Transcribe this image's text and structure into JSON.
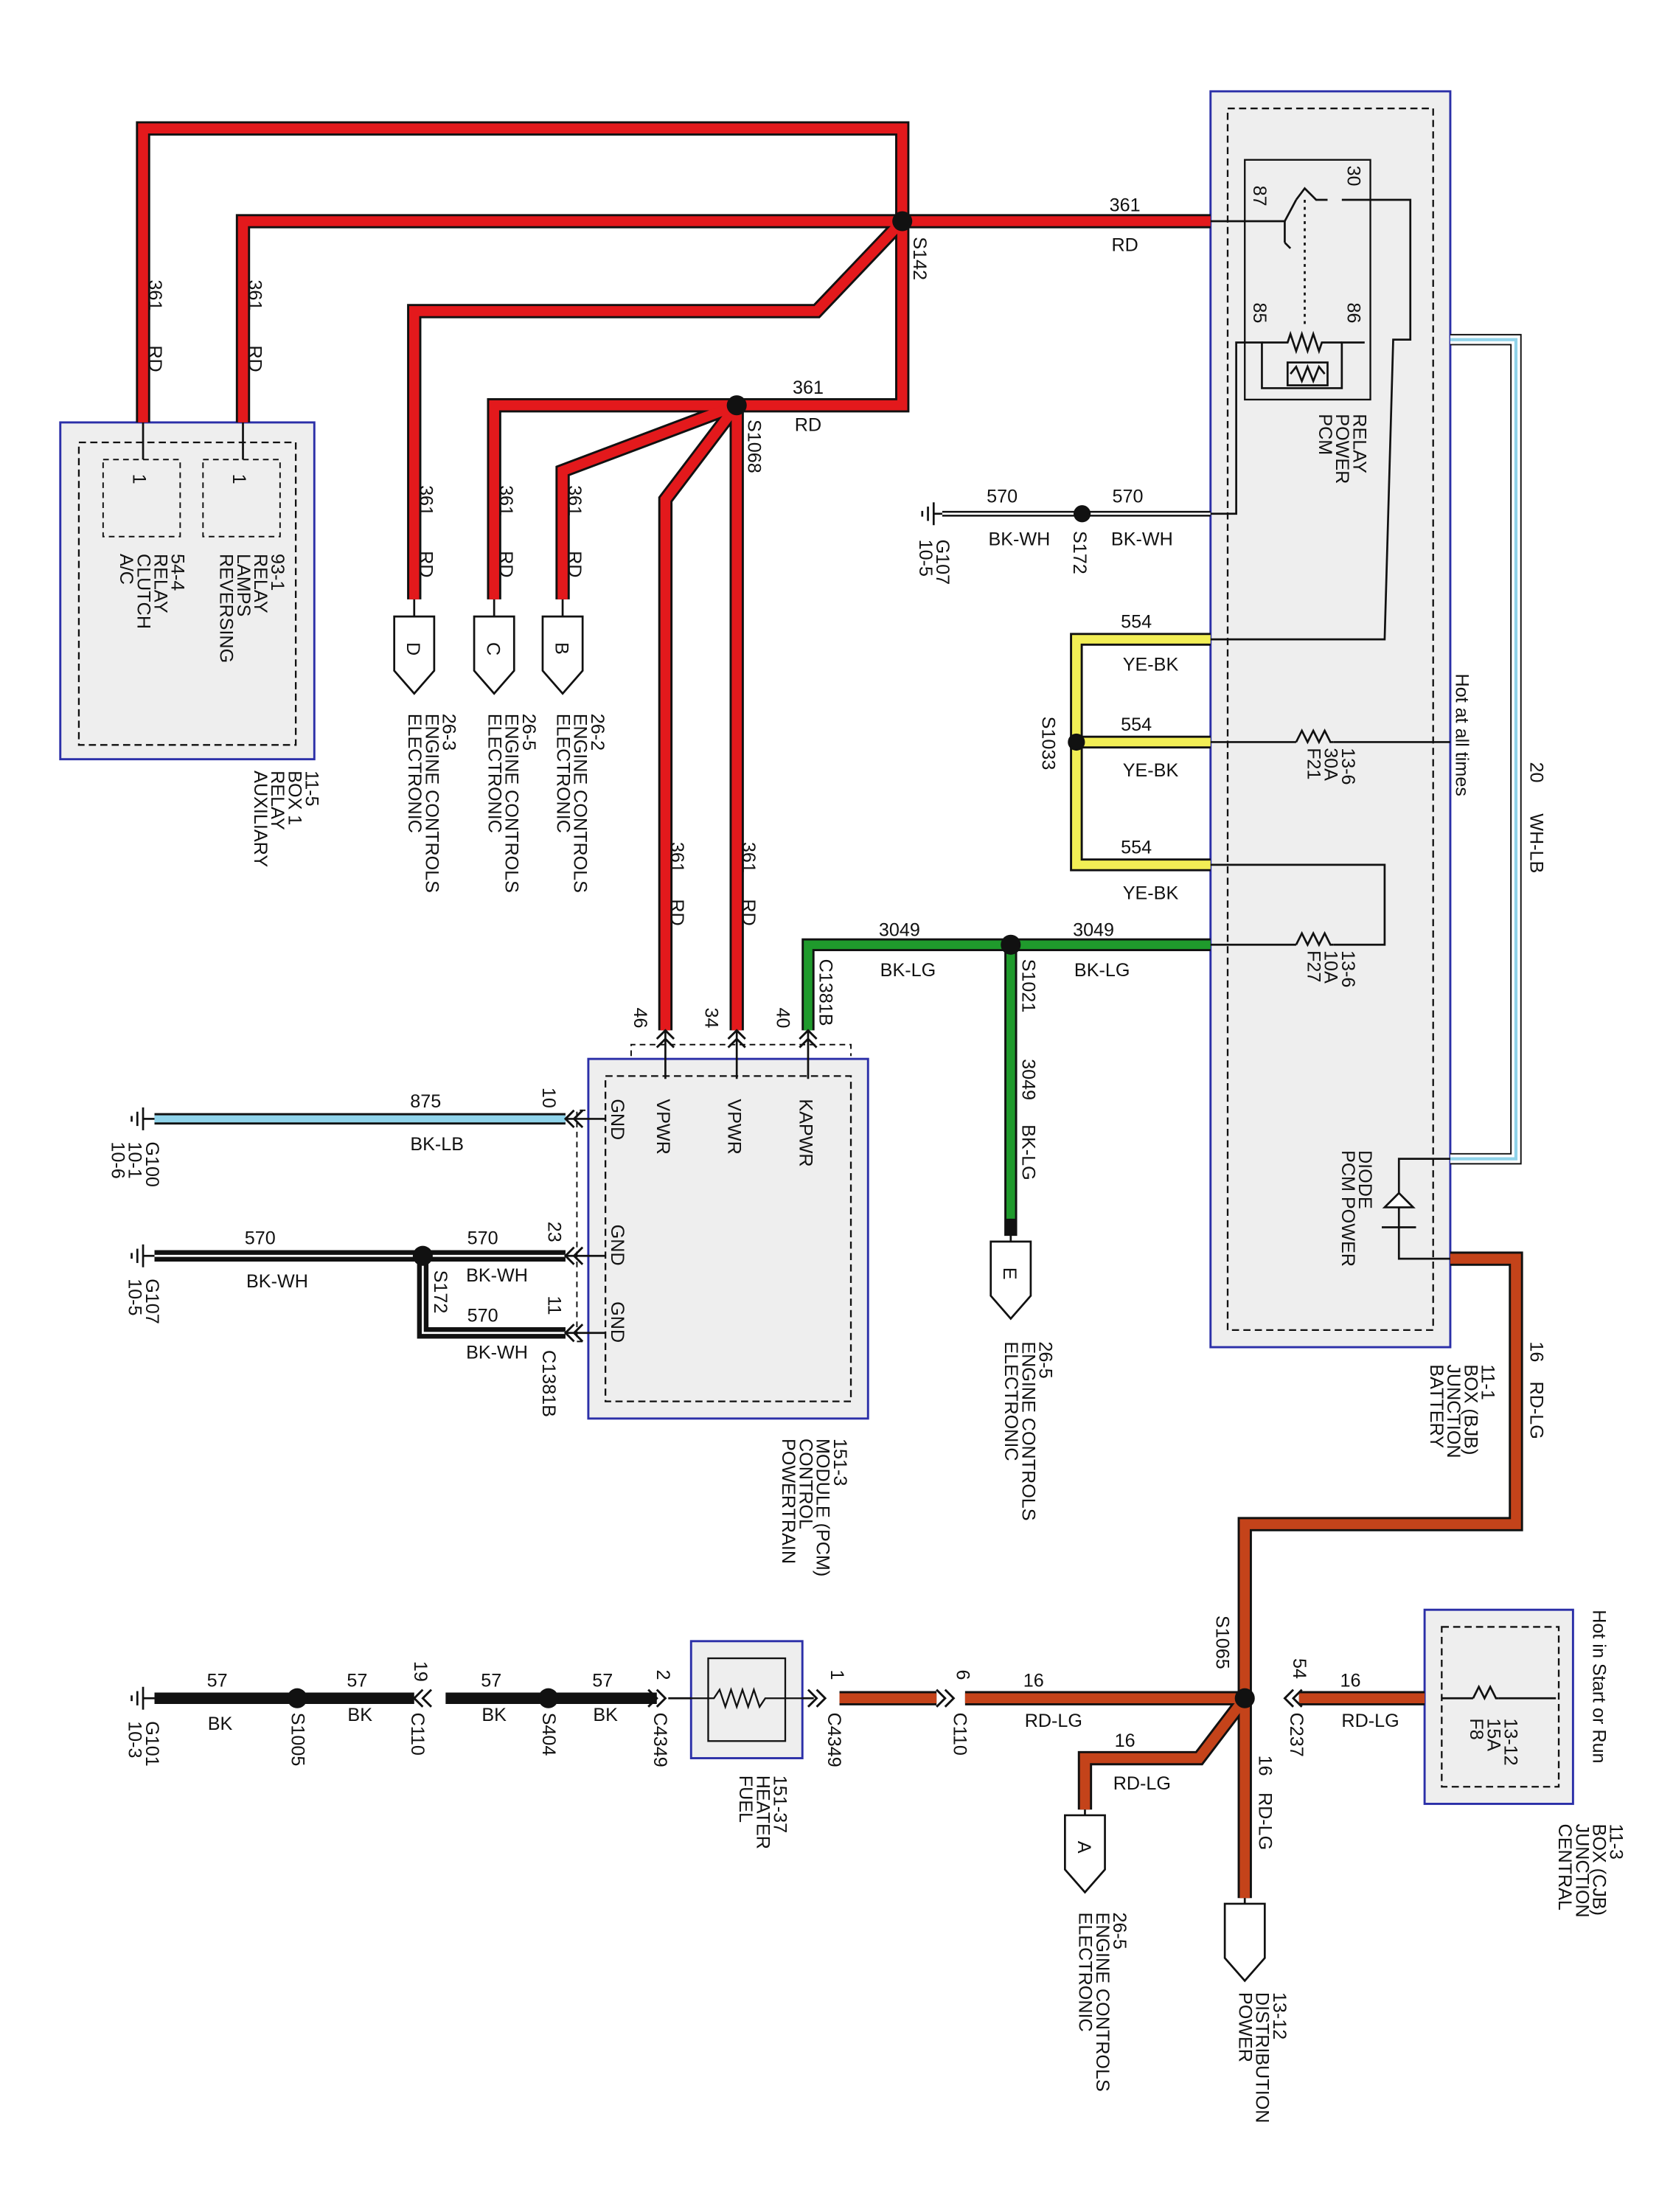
{
  "colors": {
    "red": "#e3191c",
    "rd_lg": "#c4431a",
    "yellow": "#f2ee55",
    "green": "#1f9a2c",
    "light_blue": "#8fd3ea",
    "box_border": "#2b2fa8",
    "box_fill": "#eeeeee",
    "wire_black": "#111111"
  },
  "labels": {
    "c361": "361",
    "rd": "RD",
    "c570": "570",
    "bkwh": "BK-WH",
    "c554": "554",
    "yebk": "YE-BK",
    "c3049": "3049",
    "bklg": "BK-LG",
    "c875": "875",
    "bklb": "BK-LB",
    "c57": "57",
    "bk": "BK",
    "c16": "16",
    "rdlg": "RD-LG",
    "c20": "20",
    "whlb": "WH-LB",
    "splice_s142": "S142",
    "splice_s1068": "S1068",
    "splice_s172": "S172",
    "splice_s1033": "S1033",
    "splice_s1021": "S1021",
    "splice_s1065": "S1065",
    "splice_s404": "S404",
    "splice_s1005": "S1005",
    "conn_c1381b": "C1381B",
    "conn_c4349": "C4349",
    "conn_c110": "C110",
    "conn_c237": "C237",
    "pin_46": "46",
    "pin_34": "34",
    "pin_40": "40",
    "pin_10": "10",
    "pin_23": "23",
    "pin_11": "11",
    "pin_2": "2",
    "pin_1": "1",
    "pin_6": "6",
    "pin_54": "54",
    "pin_19": "19",
    "pin_1a": "1",
    "pin_1b": "1",
    "relay_87": "87",
    "relay_30": "30",
    "relay_85": "85",
    "relay_86": "86",
    "vpwr1": "VPWR",
    "vpwr2": "VPWR",
    "kapwr": "KAPWR",
    "gnd1": "GND",
    "gnd2": "GND",
    "gnd3": "GND",
    "g107a": "G107",
    "g107a_ref": "10-5",
    "g100": "G100",
    "g100_ref1": "10-1",
    "g100_ref2": "10-6",
    "g107b": "G107",
    "g107b_ref": "10-5",
    "g101": "G101",
    "g101_ref": "10-3",
    "f21_1": "F21",
    "f21_2": "30A",
    "f21_3": "13-6",
    "f27_1": "F27",
    "f27_2": "10A",
    "f27_3": "13-6",
    "f8_1": "F8",
    "f8_2": "15A",
    "f8_3": "13-12",
    "hot_all": "Hot at all times",
    "hot_start": "Hot in Start or Run",
    "pcm_relay": [
      "PCM",
      "POWER",
      "RELAY"
    ],
    "pcm_diode": [
      "PCM POWER",
      "DIODE"
    ],
    "bjb": [
      "BATTERY",
      "JUNCTION",
      "BOX (BJB)",
      "11-1"
    ],
    "cjb": [
      "CENTRAL",
      "JUNCTION",
      "BOX (CJB)",
      "11-3"
    ],
    "pcm": [
      "POWERTRAIN",
      "CONTROL",
      "MODULE (PCM)",
      "151-3"
    ],
    "aux": [
      "AUXILIARY",
      "RELAY",
      "BOX 1",
      "11-5"
    ],
    "rev": [
      "REVERSING",
      "LAMPS",
      "RELAY",
      "93-1"
    ],
    "ac": [
      "A/C",
      "CLUTCH",
      "RELAY",
      "54-4"
    ],
    "heater": [
      "FUEL",
      "HEATER",
      "151-37"
    ],
    "eec_d": [
      "ELECTRONIC",
      "ENGINE CONTROLS",
      "26-3"
    ],
    "eec_c": [
      "ELECTRONIC",
      "ENGINE CONTROLS",
      "26-5"
    ],
    "eec_b": [
      "ELECTRONIC",
      "ENGINE CONTROLS",
      "26-2"
    ],
    "eec_e": [
      "ELECTRONIC",
      "ENGINE CONTROLS",
      "26-5"
    ],
    "eec_a": [
      "ELECTRONIC",
      "ENGINE CONTROLS",
      "26-5"
    ],
    "pwr_dist": [
      "POWER",
      "DISTRIBUTION",
      "13-12"
    ],
    "tag_d": "D",
    "tag_c": "C",
    "tag_b": "B",
    "tag_e": "E",
    "tag_a": "A"
  }
}
